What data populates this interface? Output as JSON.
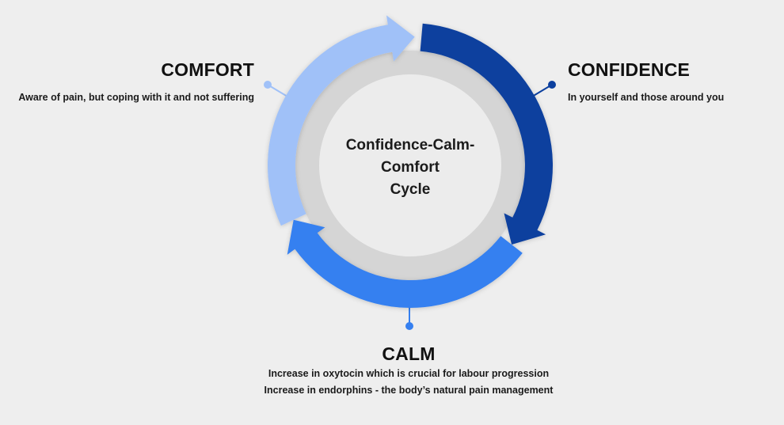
{
  "center": {
    "line1": "Confidence-Calm-",
    "line2": "Comfort",
    "line3": "Cycle"
  },
  "stages": {
    "comfort": {
      "title": "COMFORT",
      "description": "Aware of pain, but coping with it and not suffering"
    },
    "confidence": {
      "title": "CONFIDENCE",
      "description": "In yourself and those around you"
    },
    "calm": {
      "title": "CALM",
      "description_line1": "Increase in oxytocin which is crucial for labour progression",
      "description_line2": "Increase in endorphins - the body’s natural pain management"
    }
  },
  "colors": {
    "background": "#eeeeee",
    "comfort": "#a0c1f8",
    "confidence": "#0b3f9e",
    "calm": "#3680f0",
    "inner_ring": "#d5d5d5",
    "inner_disc": "#ececec"
  }
}
